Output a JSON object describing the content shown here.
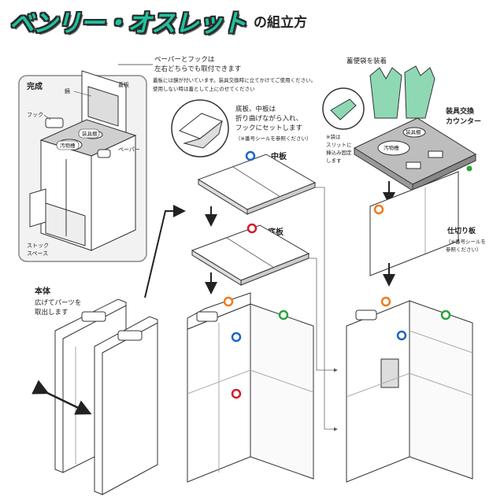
{
  "title": {
    "main": "ベンリー・オスレット",
    "sub": "の組立方"
  },
  "complete": {
    "heading": "完成",
    "parts": {
      "mirror": "鏡",
      "lid": "蓋板",
      "hook": "フック",
      "equipment": "装具棚",
      "waste": "汚物槽",
      "paper": "ペーパー",
      "stock": "ストック\nスペース"
    }
  },
  "notes": {
    "paper_hook": "ペーパーとフックは\n左右どちらでも取付できます",
    "lid_note": "蓋板には鏡が付いています。装具交換時に立てかけてご使用ください。\n使用しない時は蓋として上にのせてください",
    "board_note": "底板、中板は\n折り曲げながら入れ、\nフックにセットします",
    "board_small": "（※番号シールを参照ください）",
    "bag": "蓄便袋を装着",
    "counter": "装具交換\nカウンター",
    "counter_equip": "装具棚",
    "counter_waste": "汚物槽",
    "bag_slit": "※袋は\nスリットに\n挿込み固定\nします",
    "partition": "仕切り板",
    "partition_small": "（※番号シールを\n参照ください）"
  },
  "steps": {
    "body": "本体",
    "body_desc": "広げてパーツを\n取出します",
    "middle": "中板",
    "bottom": "底板"
  },
  "colors": {
    "teal": "#1ec3a0",
    "orange": "#f07a1a",
    "blue": "#1a64c8",
    "green": "#2aa43c",
    "red": "#d41c28",
    "mint": "#8fd8b4",
    "panel_bg": "#f2f2f2"
  }
}
